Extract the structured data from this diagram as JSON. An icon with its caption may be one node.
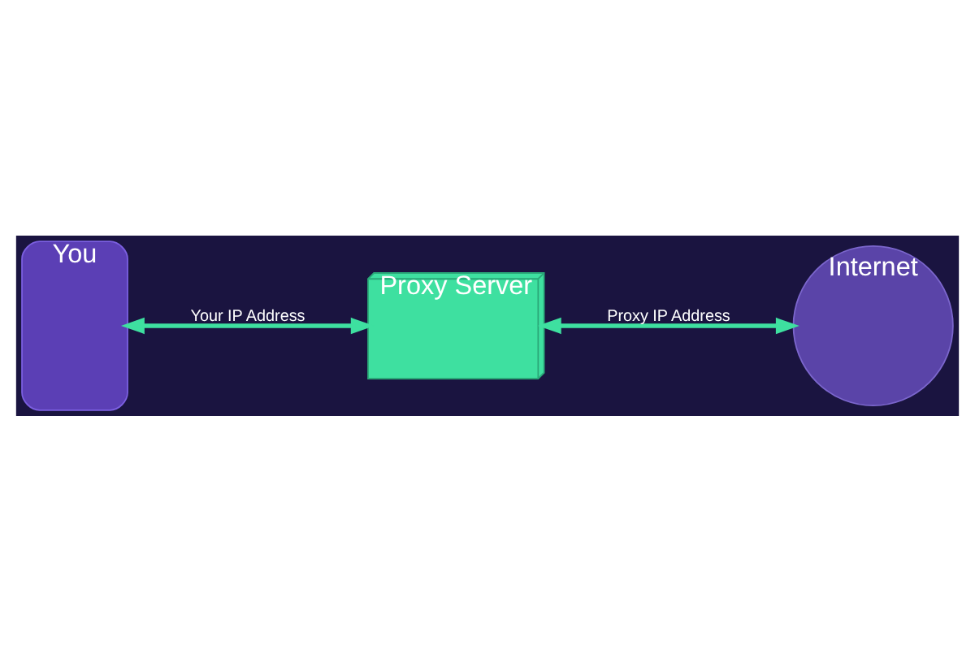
{
  "diagram": {
    "nodes": [
      {
        "text": [
          "You"
        ]
      },
      {
        "text": [
          "Proxy Server"
        ]
      },
      {
        "text": [
          "Internet"
        ]
      }
    ],
    "edges": [
      {
        "from": 0,
        "to": 1,
        "arrow": "both",
        "label": "Your IP Address"
      },
      {
        "from": 1,
        "to": 2,
        "arrow": "both",
        "label": "Proxy IP Address"
      }
    ]
  }
}
